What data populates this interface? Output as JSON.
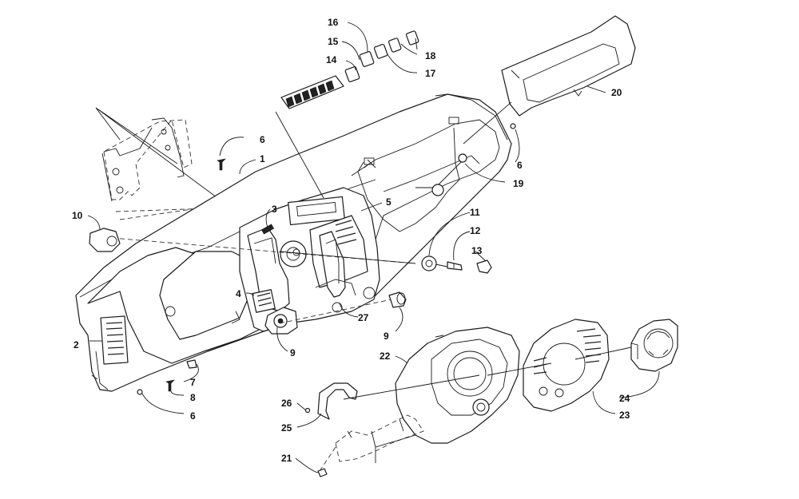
{
  "callouts": [
    "1",
    "2",
    "3",
    "4",
    "5",
    "6",
    "6",
    "6",
    "7",
    "8",
    "9",
    "9",
    "10",
    "11",
    "12",
    "13",
    "14",
    "15",
    "16",
    "17",
    "18",
    "19",
    "20",
    "21",
    "22",
    "23",
    "24",
    "25",
    "26",
    "27"
  ]
}
